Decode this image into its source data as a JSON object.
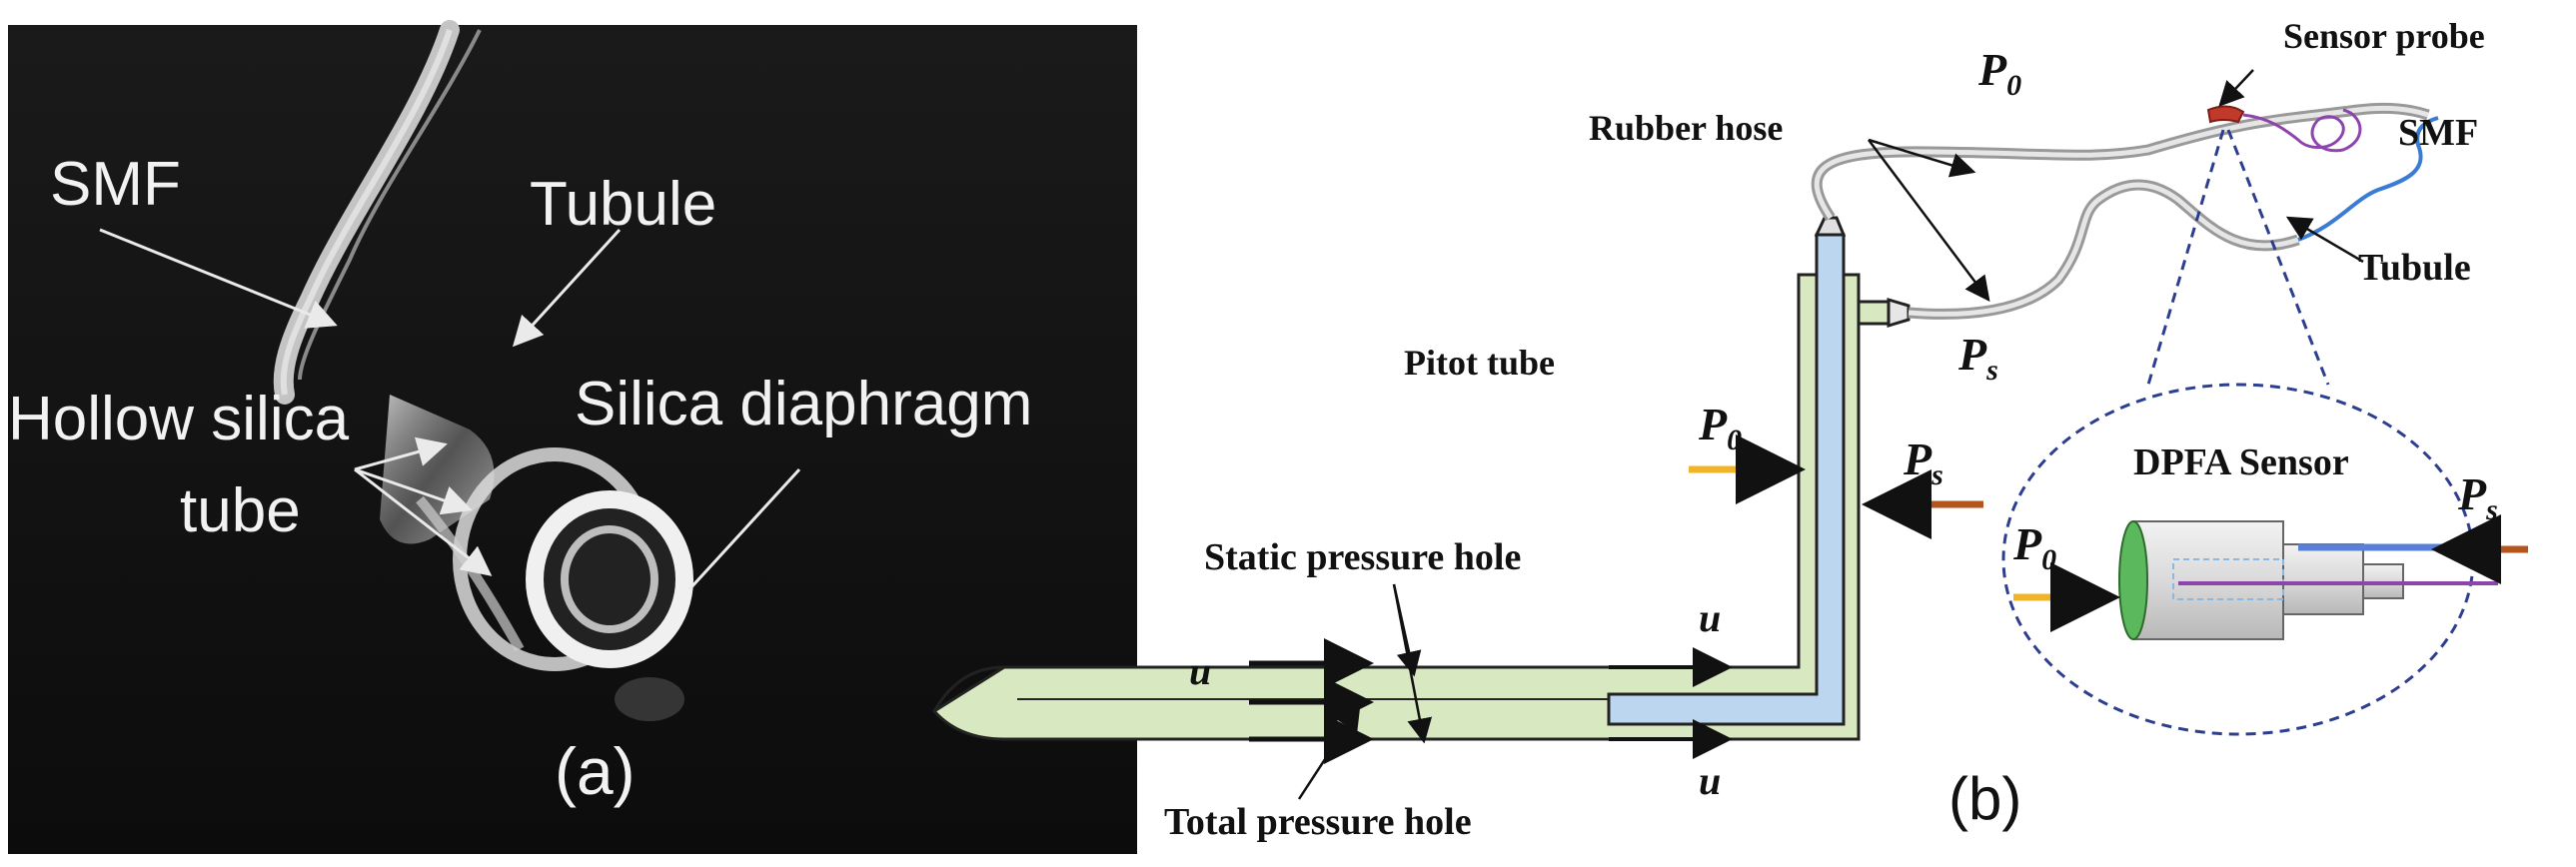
{
  "panel_a": {
    "tag": "(a)",
    "labels": {
      "smf": "SMF",
      "tubule": "Tubule",
      "hollow_tube_line1": "Hollow silica",
      "hollow_tube_line2": "tube",
      "diaphragm": "Silica diaphragm"
    }
  },
  "panel_b": {
    "tag": "(b)",
    "labels": {
      "rubber_hose": "Rubber hose",
      "sensor_probe": "Sensor probe",
      "smf": "SMF",
      "tubule": "Tubule",
      "pitot_tube": "Pitot tube",
      "static_hole": "Static pressure hole",
      "total_hole": "Total pressure hole",
      "dpfa_sensor": "DPFA Sensor",
      "p0": "P",
      "p0_sub": "0",
      "ps": "P",
      "ps_sub": "s",
      "u": "u"
    }
  },
  "colors": {
    "pitot_outer": "#d8e8c0",
    "pitot_inner": "#bcd6f0",
    "arrow_total": "#f0b429",
    "arrow_static": "#b5541c",
    "hose": "#c8c8c8",
    "sensor_probe": "#c0392b",
    "smf_fiber": "#8e44ad",
    "tubule_line": "#3a7bd5",
    "dashed_outline": "#2c3e8f",
    "diaphragm": "#5cb85c"
  }
}
